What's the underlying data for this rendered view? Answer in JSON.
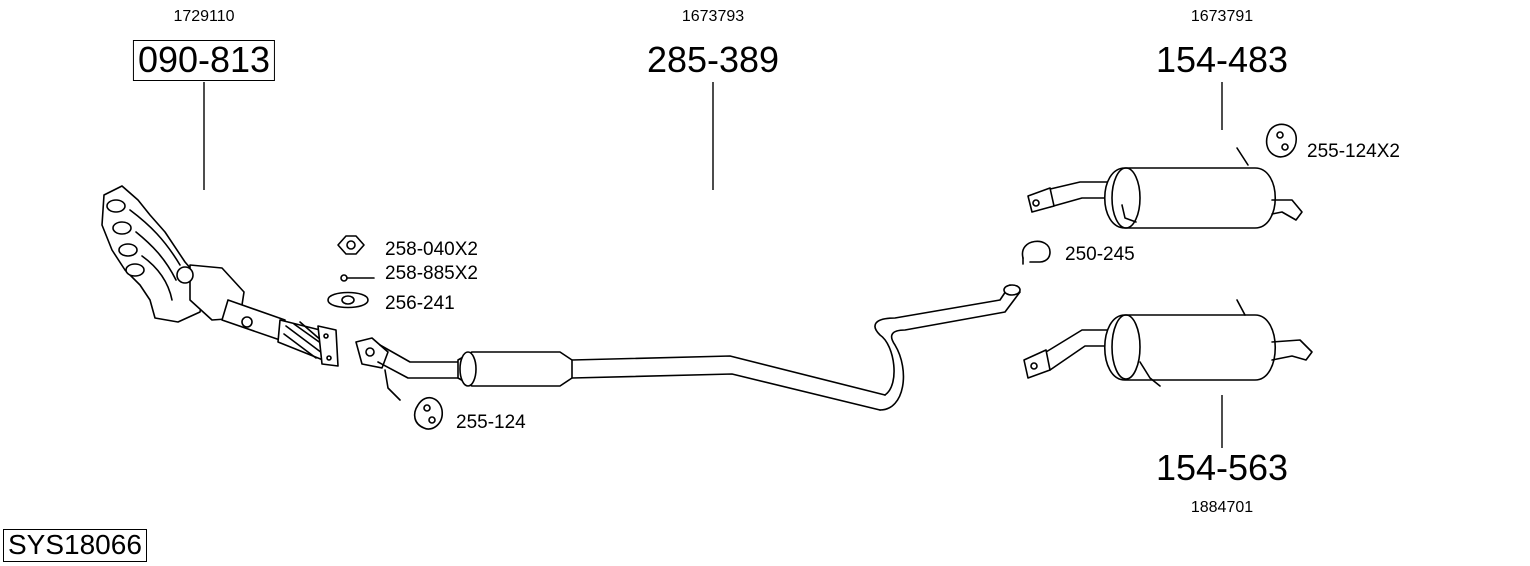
{
  "system_id": "SYS18066",
  "parts": [
    {
      "ref": "1729110",
      "part": "090-813"
    },
    {
      "ref": "1673793",
      "part": "285-389"
    },
    {
      "ref": "1673791",
      "part": "154-483"
    },
    {
      "ref": "1884701",
      "part": "154-563"
    }
  ],
  "accessories": [
    {
      "label": "258-040X2",
      "icon": "nut-icon"
    },
    {
      "label": "258-885X2",
      "icon": "bolt-icon"
    },
    {
      "label": "256-241",
      "icon": "gasket-icon"
    },
    {
      "label": "255-124",
      "icon": "rubber-mount-icon"
    },
    {
      "label": "250-245",
      "icon": "clamp-icon"
    },
    {
      "label": "255-124X2",
      "icon": "rubber-mount-icon"
    }
  ]
}
